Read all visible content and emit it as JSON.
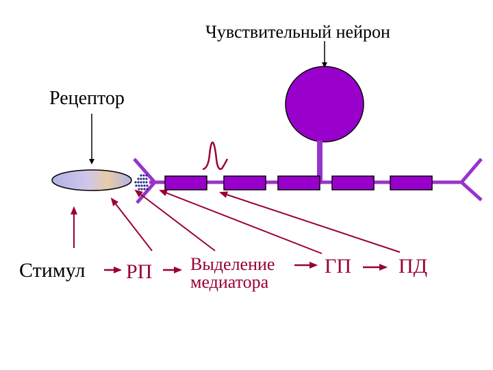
{
  "labels": {
    "neuron": "Чувствительный нейрон",
    "receptor": "Рецептор",
    "stimulus": "Стимул",
    "rp": "РП",
    "mediator_line1": "Выделение",
    "mediator_line2": "медиатора",
    "gp": "ГП",
    "pd": "ПД"
  },
  "colors": {
    "neuron_fill": "#9900cc",
    "axon": "#9933cc",
    "arrow": "#990033",
    "text_black": "#000000",
    "text_red": "#990033",
    "receptor_fill": "#b3b3e6",
    "receptor_highlight": "#e6cca6",
    "vesicles": "#2a2a8c"
  }
}
